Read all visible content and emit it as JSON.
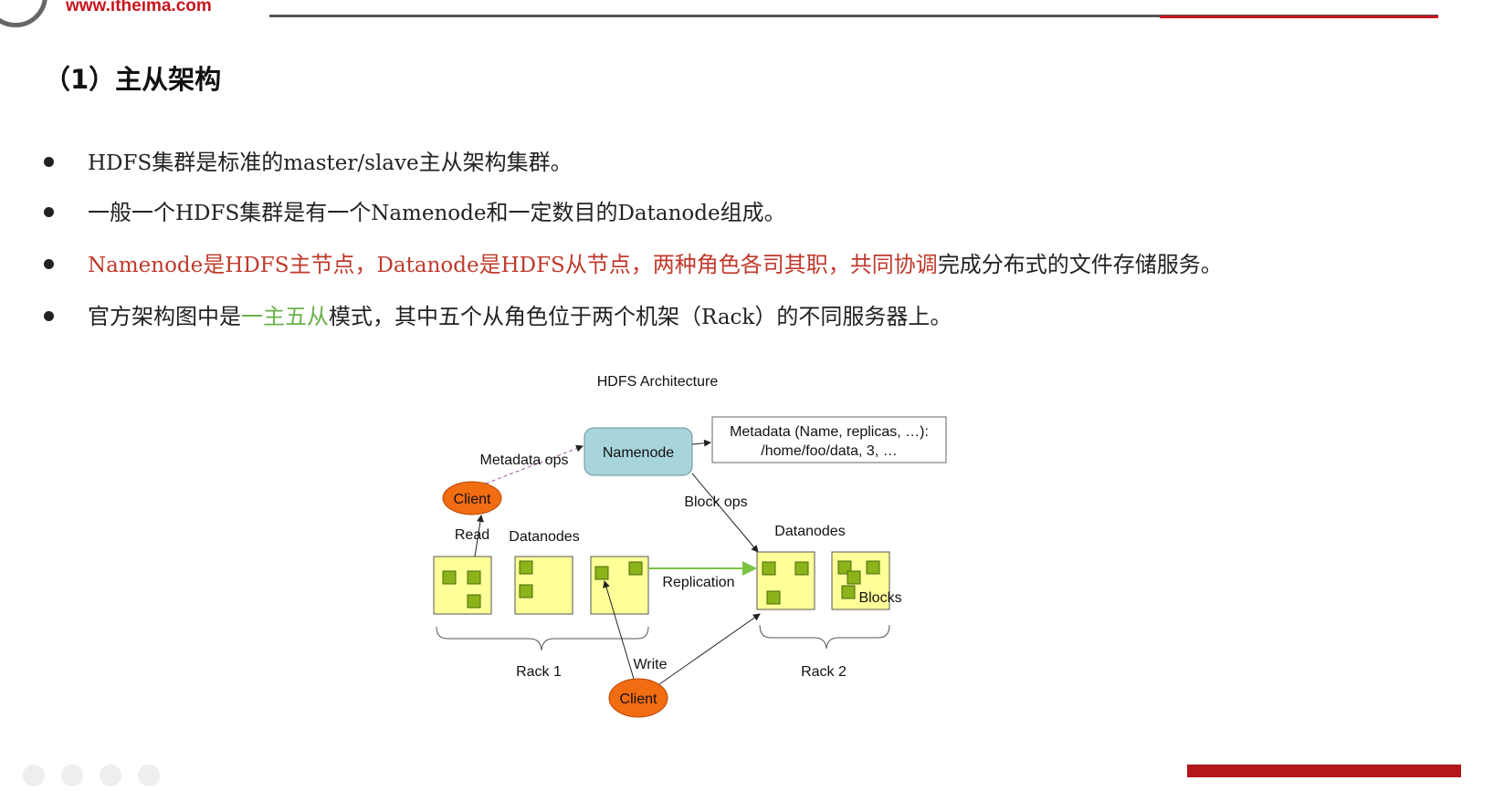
{
  "header": {
    "logo_url": "www.itheima.com"
  },
  "section_title": "（1）主从架构",
  "bullets": {
    "b1": {
      "p1": "HDFS",
      "p2": "集群是标准的",
      "p3": "master/slave",
      "p4": "主从架构集群。"
    },
    "b2": {
      "p1": "一般一个",
      "p2": "HDFS",
      "p3": "集群是有一个",
      "p4": "Namenode",
      "p5": "和一定数目的",
      "p6": "Datanode",
      "p7": "组成。"
    },
    "b3": {
      "p1": "Namenode",
      "p2": "是",
      "p3": "HDFS",
      "p4": "主节点，",
      "p5": "Datanode",
      "p6": "是",
      "p7": "HDFS",
      "p8": "从节点，两种角色各司其职，共同协调",
      "p9": "完成分布式的文件存储服务。"
    },
    "b4": {
      "p1": "官方架构图中是",
      "p2": "一主五从",
      "p3": "模式，其中五个从角色位于两个机架（",
      "p4": "Rack",
      "p5": "）的不同服务器上。"
    }
  },
  "diagram": {
    "title": "HDFS Architecture",
    "namenode": "Namenode",
    "metadata_line1": "Metadata (Name, replicas, …):",
    "metadata_line2": "/home/foo/data, 3, …",
    "metadata_ops": "Metadata ops",
    "block_ops": "Block ops",
    "client_top": "Client",
    "client_bottom": "Client",
    "read": "Read",
    "write": "Write",
    "datanodes_left": "Datanodes",
    "datanodes_right": "Datanodes",
    "replication": "Replication",
    "blocks": "Blocks",
    "rack1": "Rack 1",
    "rack2": "Rack 2",
    "colors": {
      "namenode_fill": "#a8d4dc",
      "client_fill": "#f26c12",
      "datanode_fill": "#ffff99",
      "block_fill": "#8cb31a",
      "replication_line": "#7cc242"
    }
  }
}
